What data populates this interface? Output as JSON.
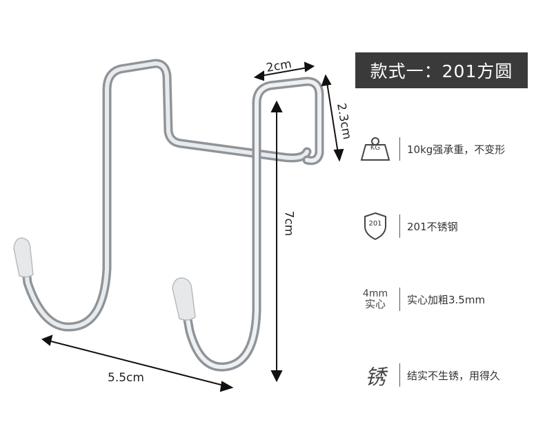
{
  "title": "款式一：201方圆",
  "dimensions": {
    "top_width": "2cm",
    "depth": "2.3cm",
    "height": "7cm",
    "width": "5.5cm"
  },
  "features": [
    {
      "icon": "weight-icon",
      "icon_label": "KG",
      "text": "10kg强承重，不变形"
    },
    {
      "icon": "shield-icon",
      "icon_label": "201",
      "text": "201不锈钢"
    },
    {
      "icon": "thickness-icon",
      "icon_label_1": "4mm",
      "icon_label_2": "实心",
      "text": "实心加粗3.5mm"
    },
    {
      "icon": "rust-glyph-icon",
      "icon_label": "锈",
      "text": "结实不生锈，用得久"
    }
  ],
  "colors": {
    "title_bg": "#3a3a3a",
    "title_fg": "#ffffff",
    "metal": "#c8ccd0"
  }
}
